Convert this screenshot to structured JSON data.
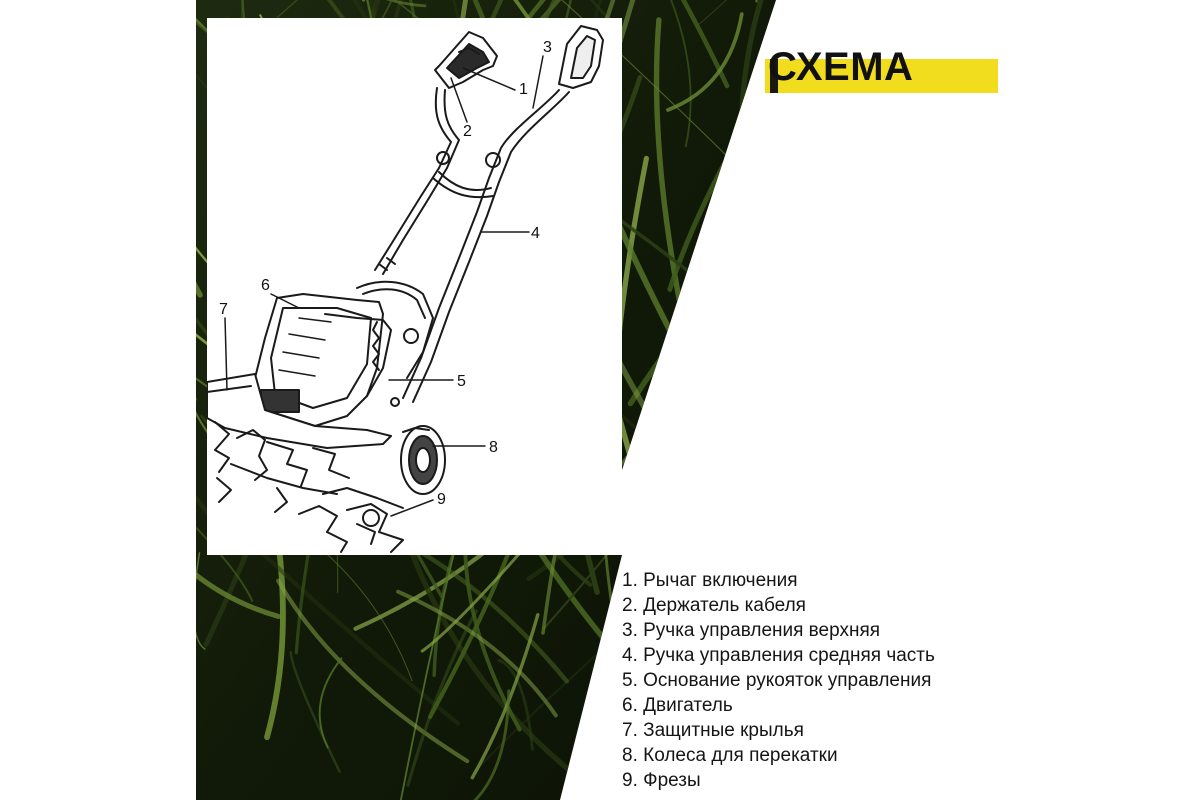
{
  "title": "СХЕМА",
  "callouts": [
    "1",
    "2",
    "3",
    "4",
    "5",
    "6",
    "7",
    "8",
    "9"
  ],
  "legend": [
    "1. Рычаг включения",
    "2. Держатель кабеля",
    "3. Ручка управления верхняя",
    "4. Ручка управления средняя часть",
    "5. Основание рукояток управления",
    "6. Двигатель",
    "7. Защитные крылья",
    "8. Колеса для перекатки",
    "9. Фрезы"
  ],
  "colors": {
    "accent_yellow": "#f2dc1e",
    "grass_dark": "#141a0c",
    "grass_light": "#7f9a3c",
    "text": "#151515"
  }
}
